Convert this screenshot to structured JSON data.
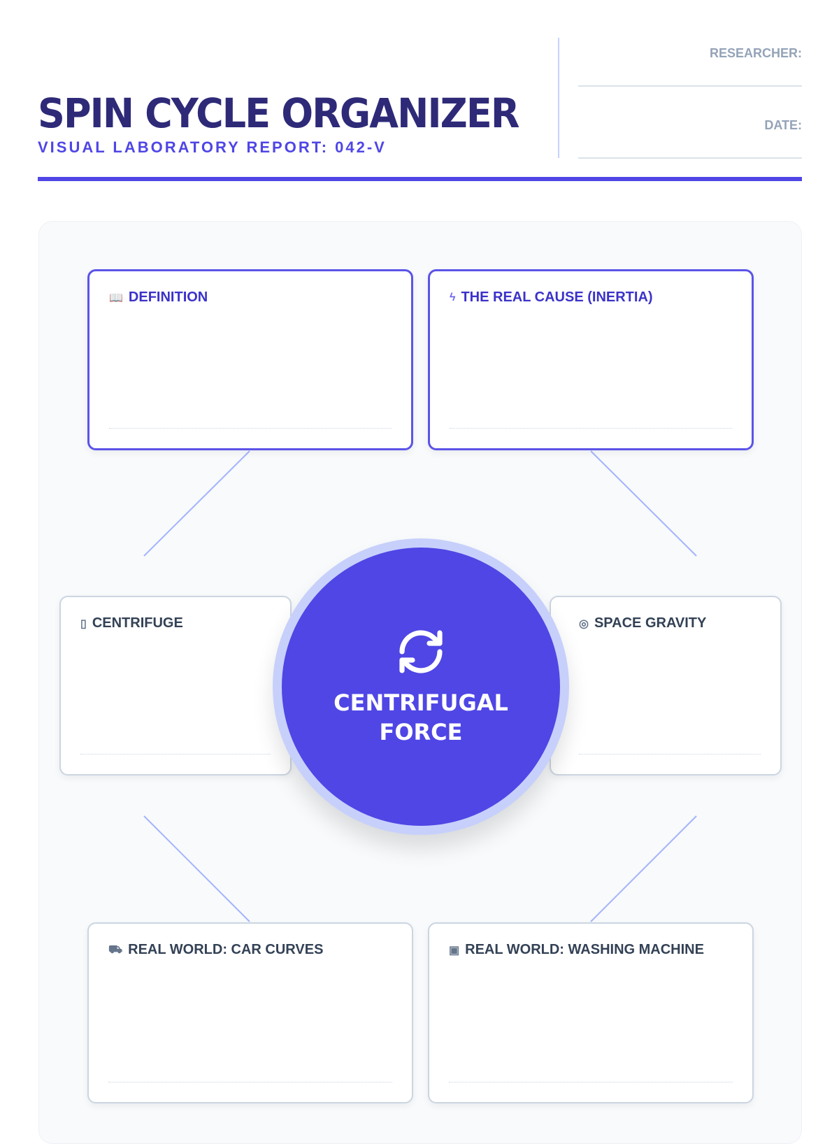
{
  "header": {
    "title": "SPIN CYCLE ORGANIZER",
    "subtitle": "VISUAL LABORATORY REPORT: 042-V",
    "researcher_label": "RESEARCHER:",
    "date_label": "DATE:"
  },
  "center": {
    "label": "CENTRIFUGAL FORCE",
    "icon": "refresh-icon"
  },
  "cards": [
    {
      "label": "DEFINITION",
      "icon": "book-icon"
    },
    {
      "label": "THE REAL CAUSE (INERTIA)",
      "icon": "lightning-icon"
    },
    {
      "label": "CENTRIFUGE",
      "icon": "test-tube-icon"
    },
    {
      "label": "SPACE GRAVITY",
      "icon": "orbit-icon"
    },
    {
      "label": "REAL WORLD: CAR CURVES",
      "icon": "car-icon"
    },
    {
      "label": "REAL WORLD: WASHING MACHINE",
      "icon": "washing-machine-icon"
    }
  ],
  "colors": {
    "accent": "#4f46e5",
    "title": "#2e2a78",
    "connector": "#a5b4fc"
  }
}
